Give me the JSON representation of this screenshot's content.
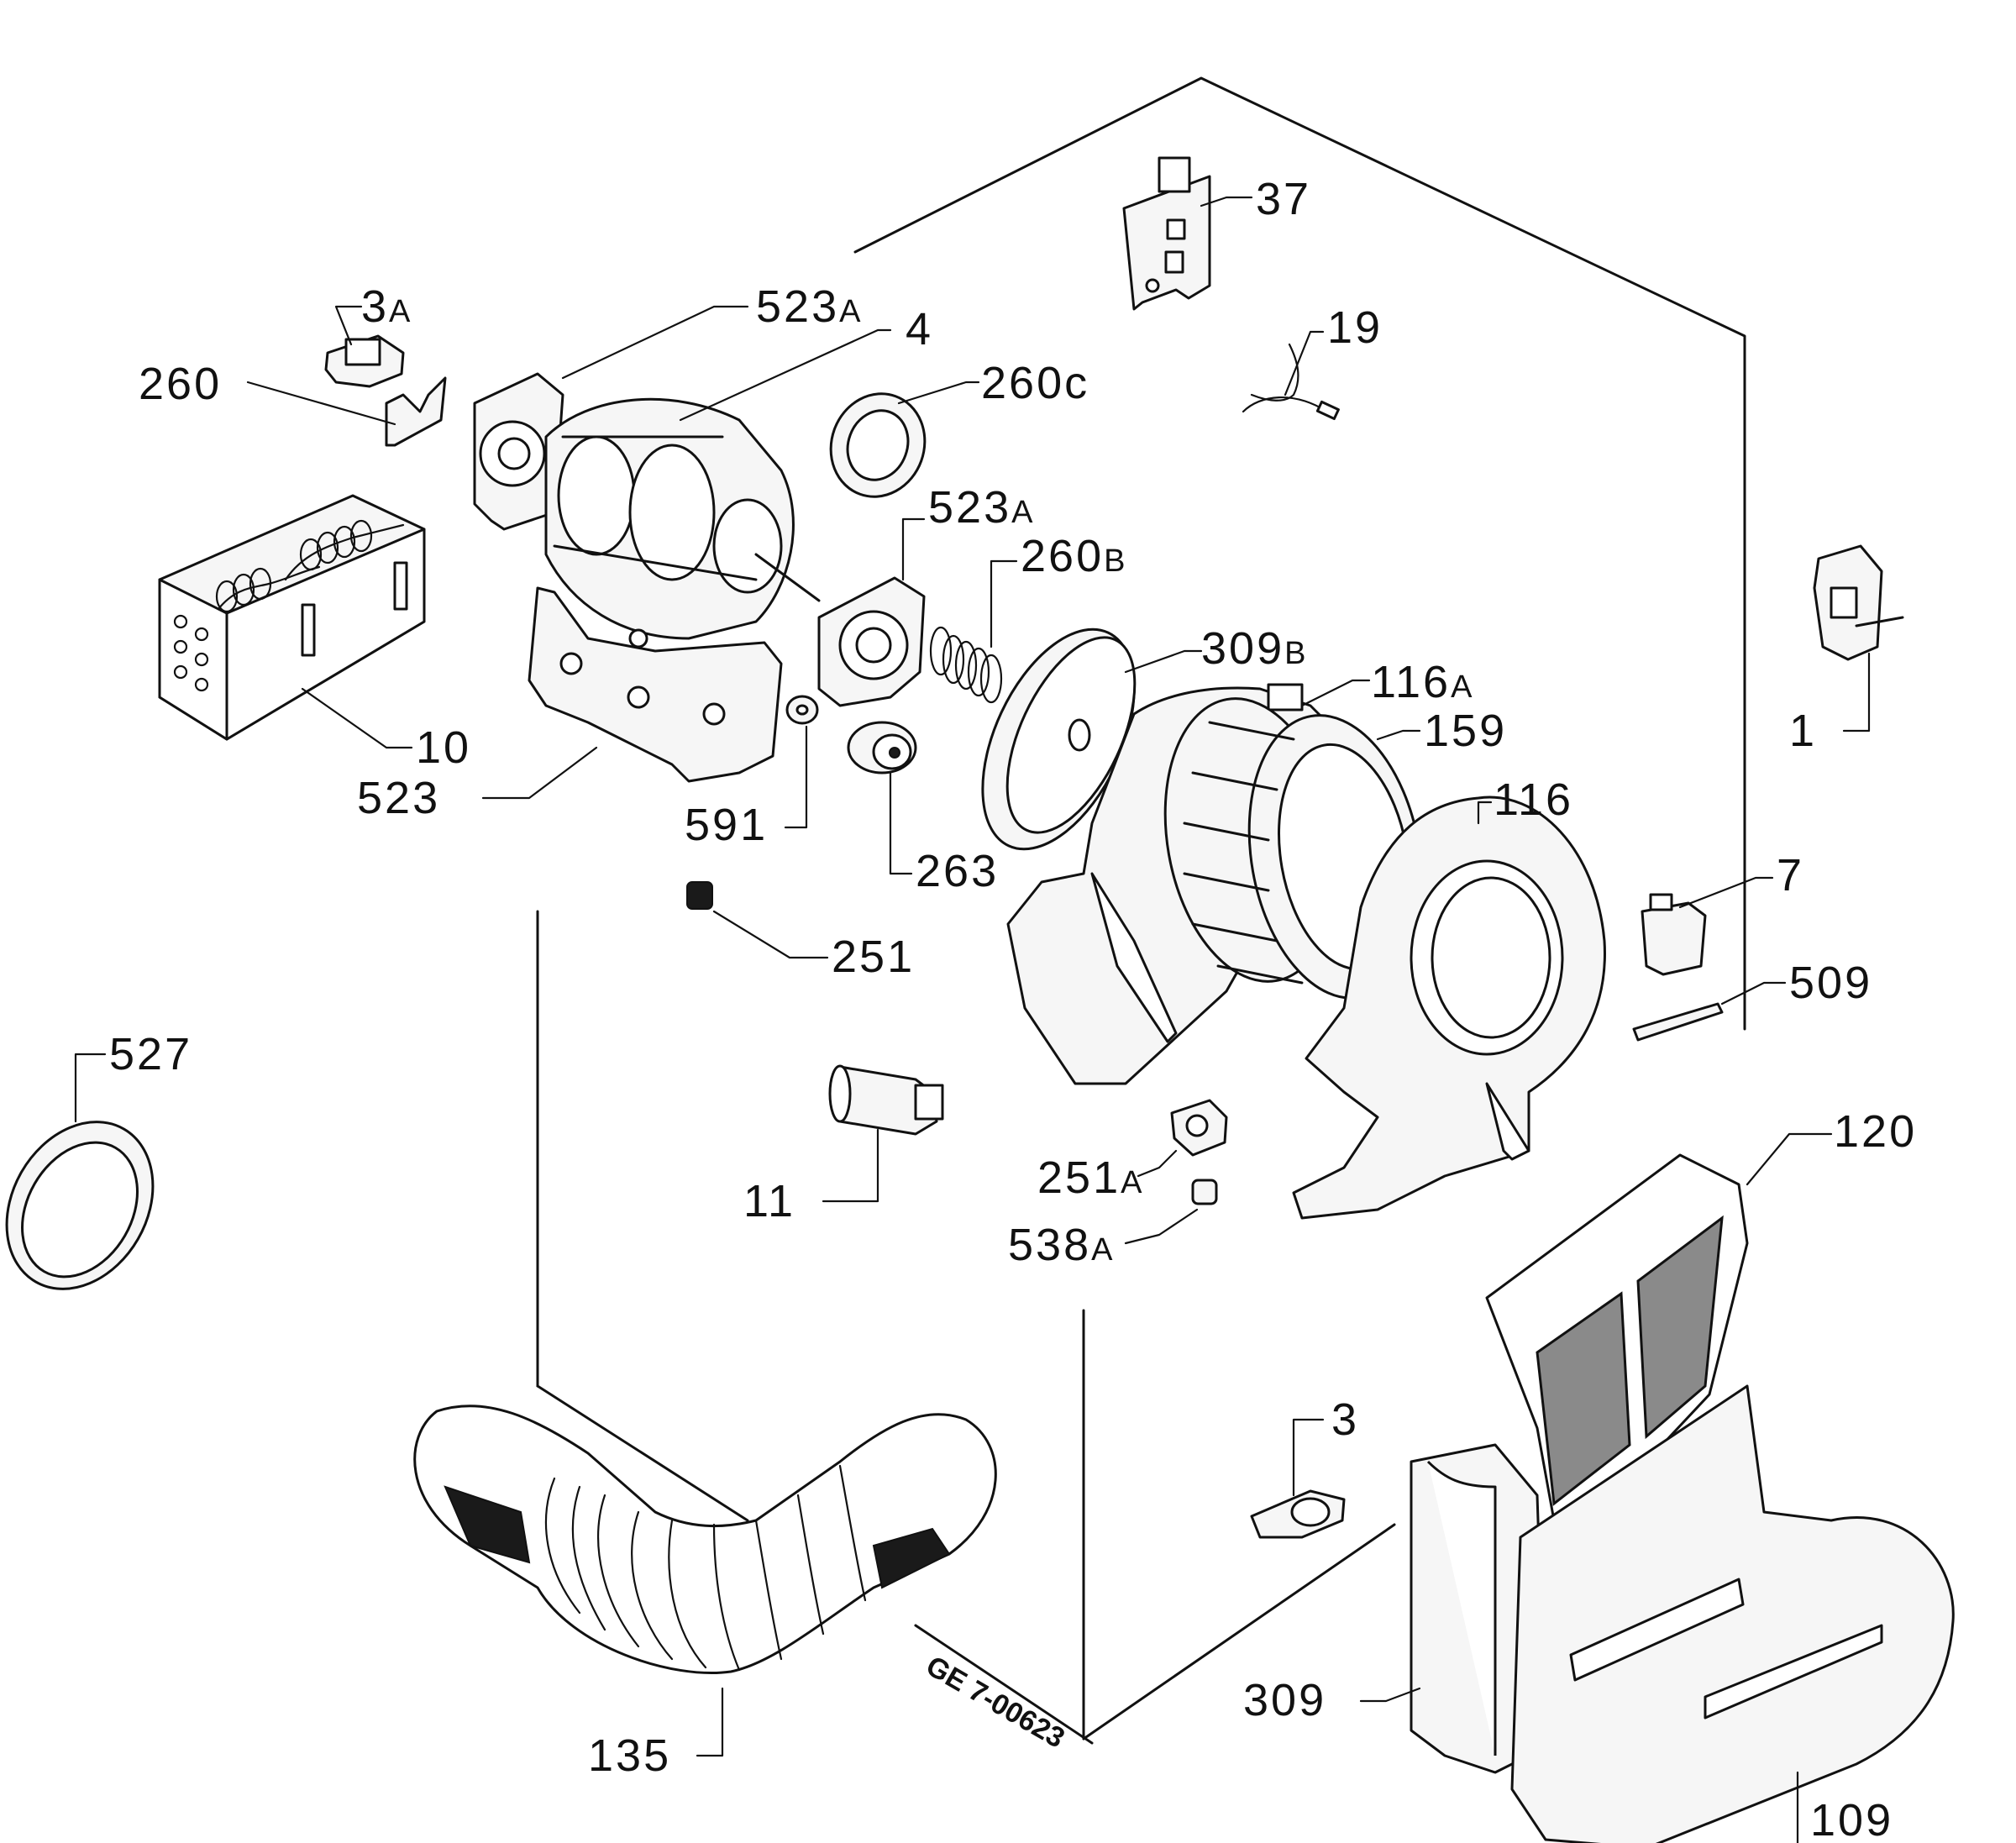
{
  "labels": {
    "p37": "37",
    "p3a": "3",
    "p3a_suffix": "A",
    "p523a_top": "523",
    "p523a_top_suffix": "A",
    "p4": "4",
    "p19": "19",
    "p260": "260",
    "p260c": "260c",
    "p523a_mid": "523",
    "p523a_mid_suffix": "A",
    "p260b": "260",
    "p260b_suffix": "B",
    "p309b": "309",
    "p309b_suffix": "B",
    "p116a": "116",
    "p116a_suffix": "A",
    "p159": "159",
    "p10": "10",
    "p1": "1",
    "p523": "523",
    "p591": "591",
    "p116": "116",
    "p263": "263",
    "p7": "7",
    "p251": "251",
    "p509": "509",
    "p527": "527",
    "p120": "120",
    "p251a": "251",
    "p251a_suffix": "A",
    "p11": "11",
    "p538a": "538",
    "p538a_suffix": "A",
    "p3": "3",
    "p309": "309",
    "p135": "135",
    "p109": "109"
  },
  "drawing_code": "GE 7-00623"
}
